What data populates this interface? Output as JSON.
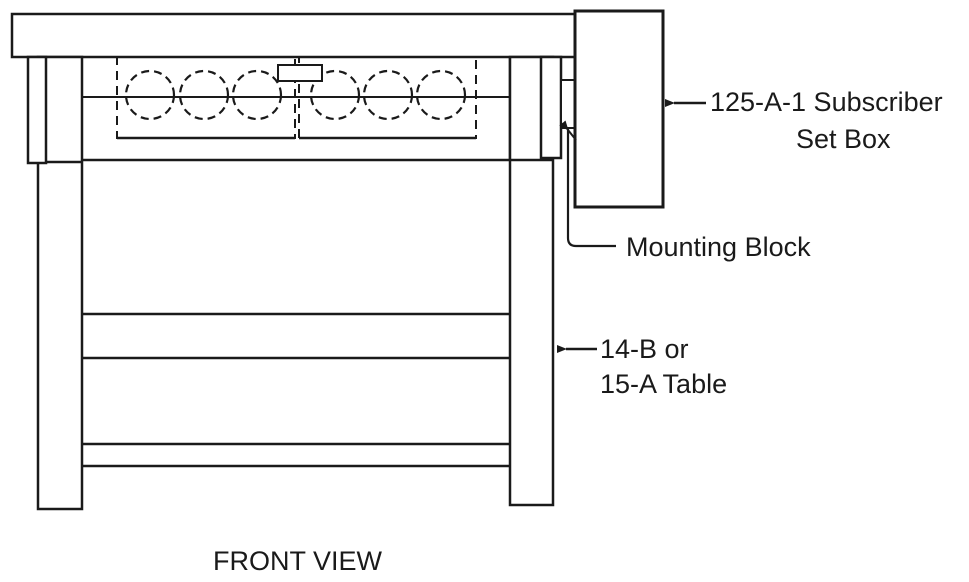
{
  "labels": {
    "subscriber_box_line1": "125-A-1 Subscriber",
    "subscriber_box_line2": "Set Box",
    "mounting_block": "Mounting Block",
    "table_line1": "14-B or",
    "table_line2": "15-A Table",
    "caption": "FRONT VIEW"
  },
  "colors": {
    "ink": "#1a1a1a",
    "paper": "#ffffff"
  }
}
